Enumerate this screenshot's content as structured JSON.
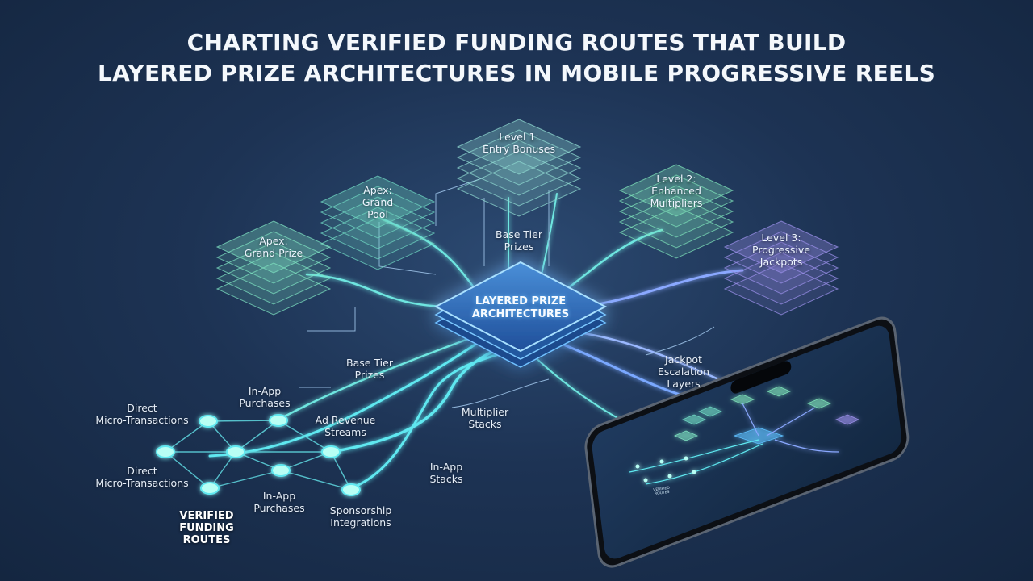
{
  "title": {
    "line1": "CHARTING VERIFIED FUNDING ROUTES THAT BUILD",
    "line2": "LAYERED PRIZE ARCHITECTURES IN MOBILE PROGRESSIVE REELS"
  },
  "hub": {
    "line1": "LAYERED PRIZE",
    "line2": "ARCHITECTURES"
  },
  "tiers": [
    {
      "line1": "Level 1:",
      "line2": "Entry Bonuses",
      "line3": ""
    },
    {
      "line1": "Apex:",
      "line2": "Grand",
      "line3": "Pool"
    },
    {
      "line1": "Level 2:",
      "line2": "Enhanced",
      "line3": "Multipliers"
    },
    {
      "line1": "Apex:",
      "line2": "Grand Prize",
      "line3": ""
    },
    {
      "line1": "Level 3:",
      "line2": "Progressive",
      "line3": "Jackpots"
    }
  ],
  "flow_labels": {
    "base_tier_top": {
      "line1": "Base Tier",
      "line2": "Prizes"
    },
    "base_tier_left": {
      "line1": "Base Tier",
      "line2": "Prizes"
    },
    "jackpot": {
      "line1": "Jackpot",
      "line2": "Escalation",
      "line3": "Layers"
    },
    "multiplier": {
      "line1": "Multiplier",
      "line2": "Stacks"
    },
    "inapp_stacks": {
      "line1": "In-App",
      "line2": "Stacks"
    }
  },
  "sources": [
    {
      "line1": "Direct",
      "line2": "Micro-Transactions"
    },
    {
      "line1": "In-App",
      "line2": "Purchases"
    },
    {
      "line1": "Ad Revenue",
      "line2": "Streams"
    },
    {
      "line1": "Direct",
      "line2": "Micro-Transactions"
    },
    {
      "line1": "In-App",
      "line2": "Purchases"
    },
    {
      "line1": "Sponsorship",
      "line2": "Integrations"
    }
  ],
  "routes_label": {
    "line1": "VERIFIED",
    "line2": "FUNDING",
    "line3": "ROUTES"
  },
  "phone": {
    "screen_caption_line1": "VERIFIED",
    "screen_caption_line2": "ROUTES"
  },
  "colors": {
    "background": "#1d3354",
    "flow_cyan": "#5fe8f0",
    "flow_blue": "#7aa8ff",
    "hub_glow": "#4fb8ff",
    "tile_green": "#7ee0c0",
    "tile_purple": "#9a8fe8",
    "node": "#a8fff4"
  }
}
